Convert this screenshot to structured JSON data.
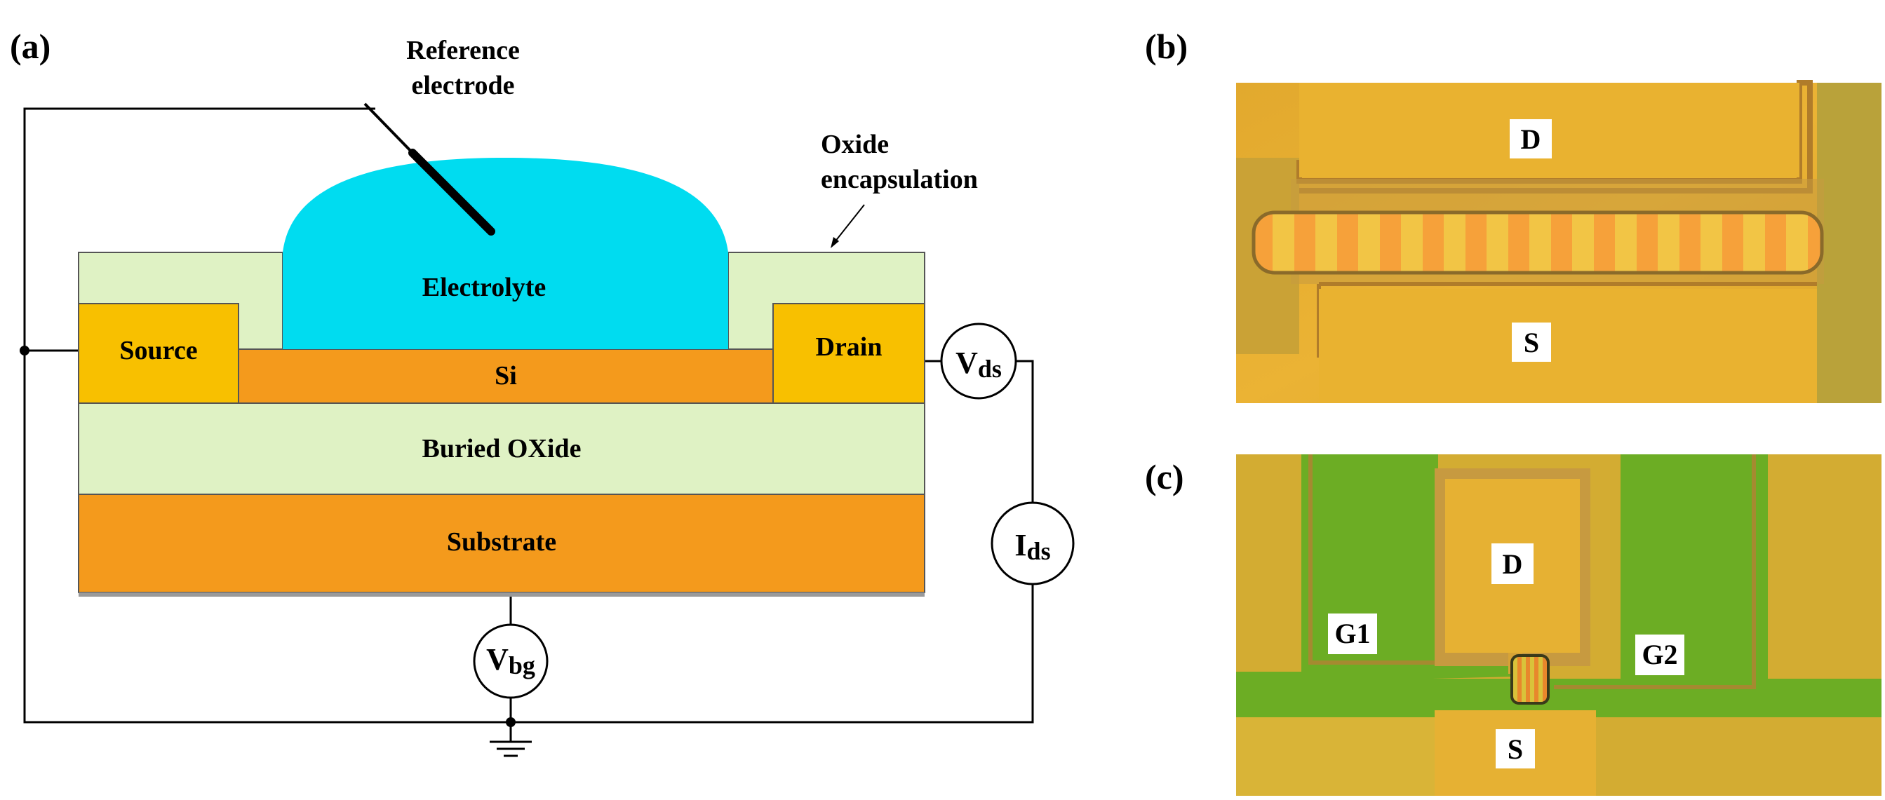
{
  "panel_a": {
    "label": "(a)",
    "reference_electrode": [
      "Reference",
      "electrode"
    ],
    "oxide_encapsulation": [
      "Oxide",
      "encapsulation"
    ],
    "electrolyte": "Electrolyte",
    "source": "Source",
    "drain": "Drain",
    "si": "Si",
    "buried_oxide": "Buried OXide",
    "substrate": "Substrate",
    "vds": {
      "main": "V",
      "sub": "ds"
    },
    "ids": {
      "main": "I",
      "sub": "ds"
    },
    "vbg": {
      "main": "V",
      "sub": "bg"
    },
    "colors": {
      "electrolyte": "#00dcf0",
      "encapsulation": "#dff2c4",
      "metal": "#f8c000",
      "silicon": "#f49a1c",
      "buried_oxide": "#dff2c4",
      "substrate": "#f49a1c"
    }
  },
  "panel_b": {
    "label": "(b)",
    "drain_label": "D",
    "source_label": "S"
  },
  "panel_c": {
    "label": "(c)",
    "drain_label": "D",
    "source_label": "S",
    "gate1_label": "G1",
    "gate2_label": "G2"
  }
}
